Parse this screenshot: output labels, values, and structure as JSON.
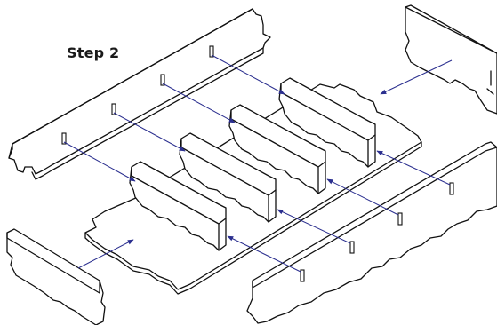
{
  "diagram": {
    "step_label": "Step 2",
    "parts": [
      "back-wall",
      "front-wall",
      "left-end-wall",
      "right-end-wall",
      "base-plate",
      "divider"
    ],
    "divider_count": 4,
    "colors": {
      "outline": "#111111",
      "fill": "#ffffff",
      "arrow": "#2b2f8f"
    }
  }
}
